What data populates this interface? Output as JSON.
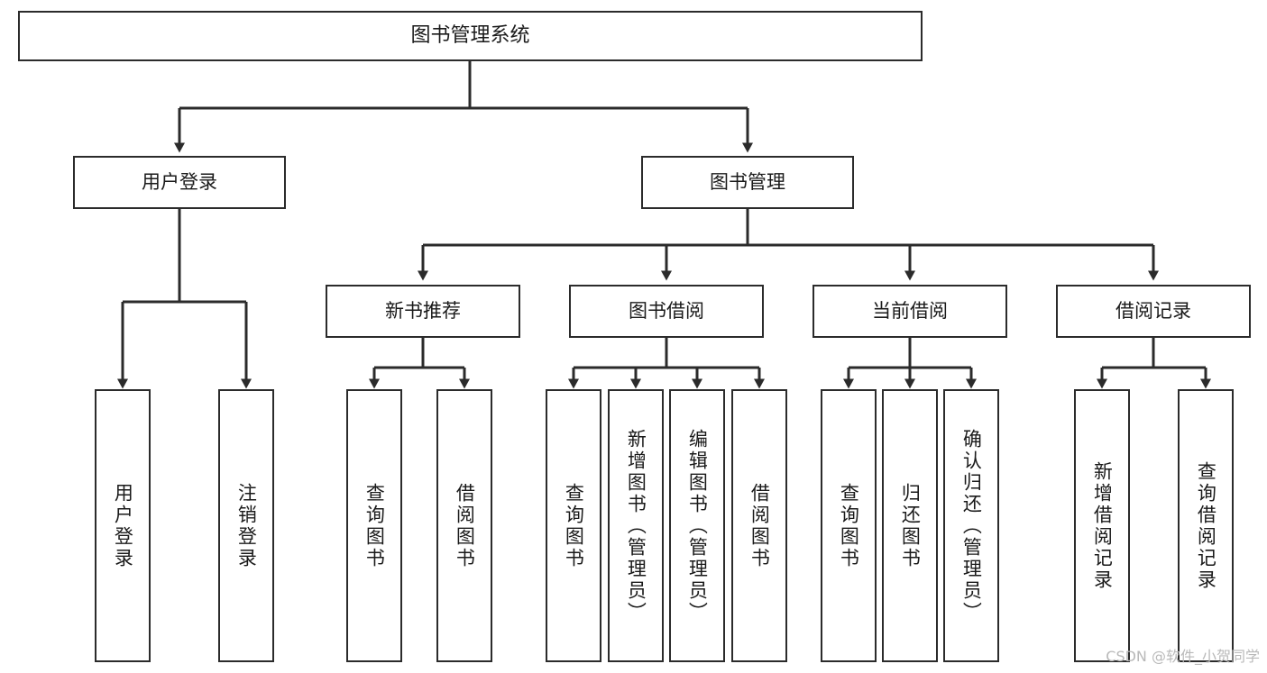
{
  "diagram": {
    "type": "hierarchy-tree",
    "title": "图书管理系统",
    "watermark": "CSDN @软件_小贺同学",
    "colors": {
      "box_border": "#2b2b2b",
      "box_fill": "#ffffff",
      "connector": "#2b2b2b",
      "text": "#1a1a1a",
      "watermark": "#b9b9b9",
      "background": "#ffffff"
    },
    "root": {
      "label": "图书管理系统"
    },
    "level1": [
      {
        "id": "user-login",
        "label": "用户登录"
      },
      {
        "id": "book-management",
        "label": "图书管理"
      }
    ],
    "level2": [
      {
        "id": "new-book-recommend",
        "label": "新书推荐"
      },
      {
        "id": "book-borrow",
        "label": "图书借阅"
      },
      {
        "id": "current-borrow",
        "label": "当前借阅"
      },
      {
        "id": "borrow-record",
        "label": "借阅记录"
      }
    ],
    "leaves": {
      "user_login": [
        {
          "id": "leaf-user-login",
          "label": "用户登录"
        },
        {
          "id": "leaf-logout-login",
          "label": "注销登录"
        }
      ],
      "new_book_recommend": [
        {
          "id": "leaf-query-book-1",
          "label": "查询图书"
        },
        {
          "id": "leaf-borrow-book-1",
          "label": "借阅图书"
        }
      ],
      "book_borrow": [
        {
          "id": "leaf-query-book-2",
          "label": "查询图书"
        },
        {
          "id": "leaf-add-book",
          "label": "新增图书（管理员）"
        },
        {
          "id": "leaf-edit-book",
          "label": "编辑图书（管理员）"
        },
        {
          "id": "leaf-borrow-book-2",
          "label": "借阅图书"
        }
      ],
      "current_borrow": [
        {
          "id": "leaf-query-book-3",
          "label": "查询图书"
        },
        {
          "id": "leaf-return-book",
          "label": "归还图书"
        },
        {
          "id": "leaf-confirm-return",
          "label": "确认归还（管理员）"
        }
      ],
      "borrow_record": [
        {
          "id": "leaf-add-record",
          "label": "新增借阅记录"
        },
        {
          "id": "leaf-query-record",
          "label": "查询借阅记录"
        }
      ]
    }
  }
}
